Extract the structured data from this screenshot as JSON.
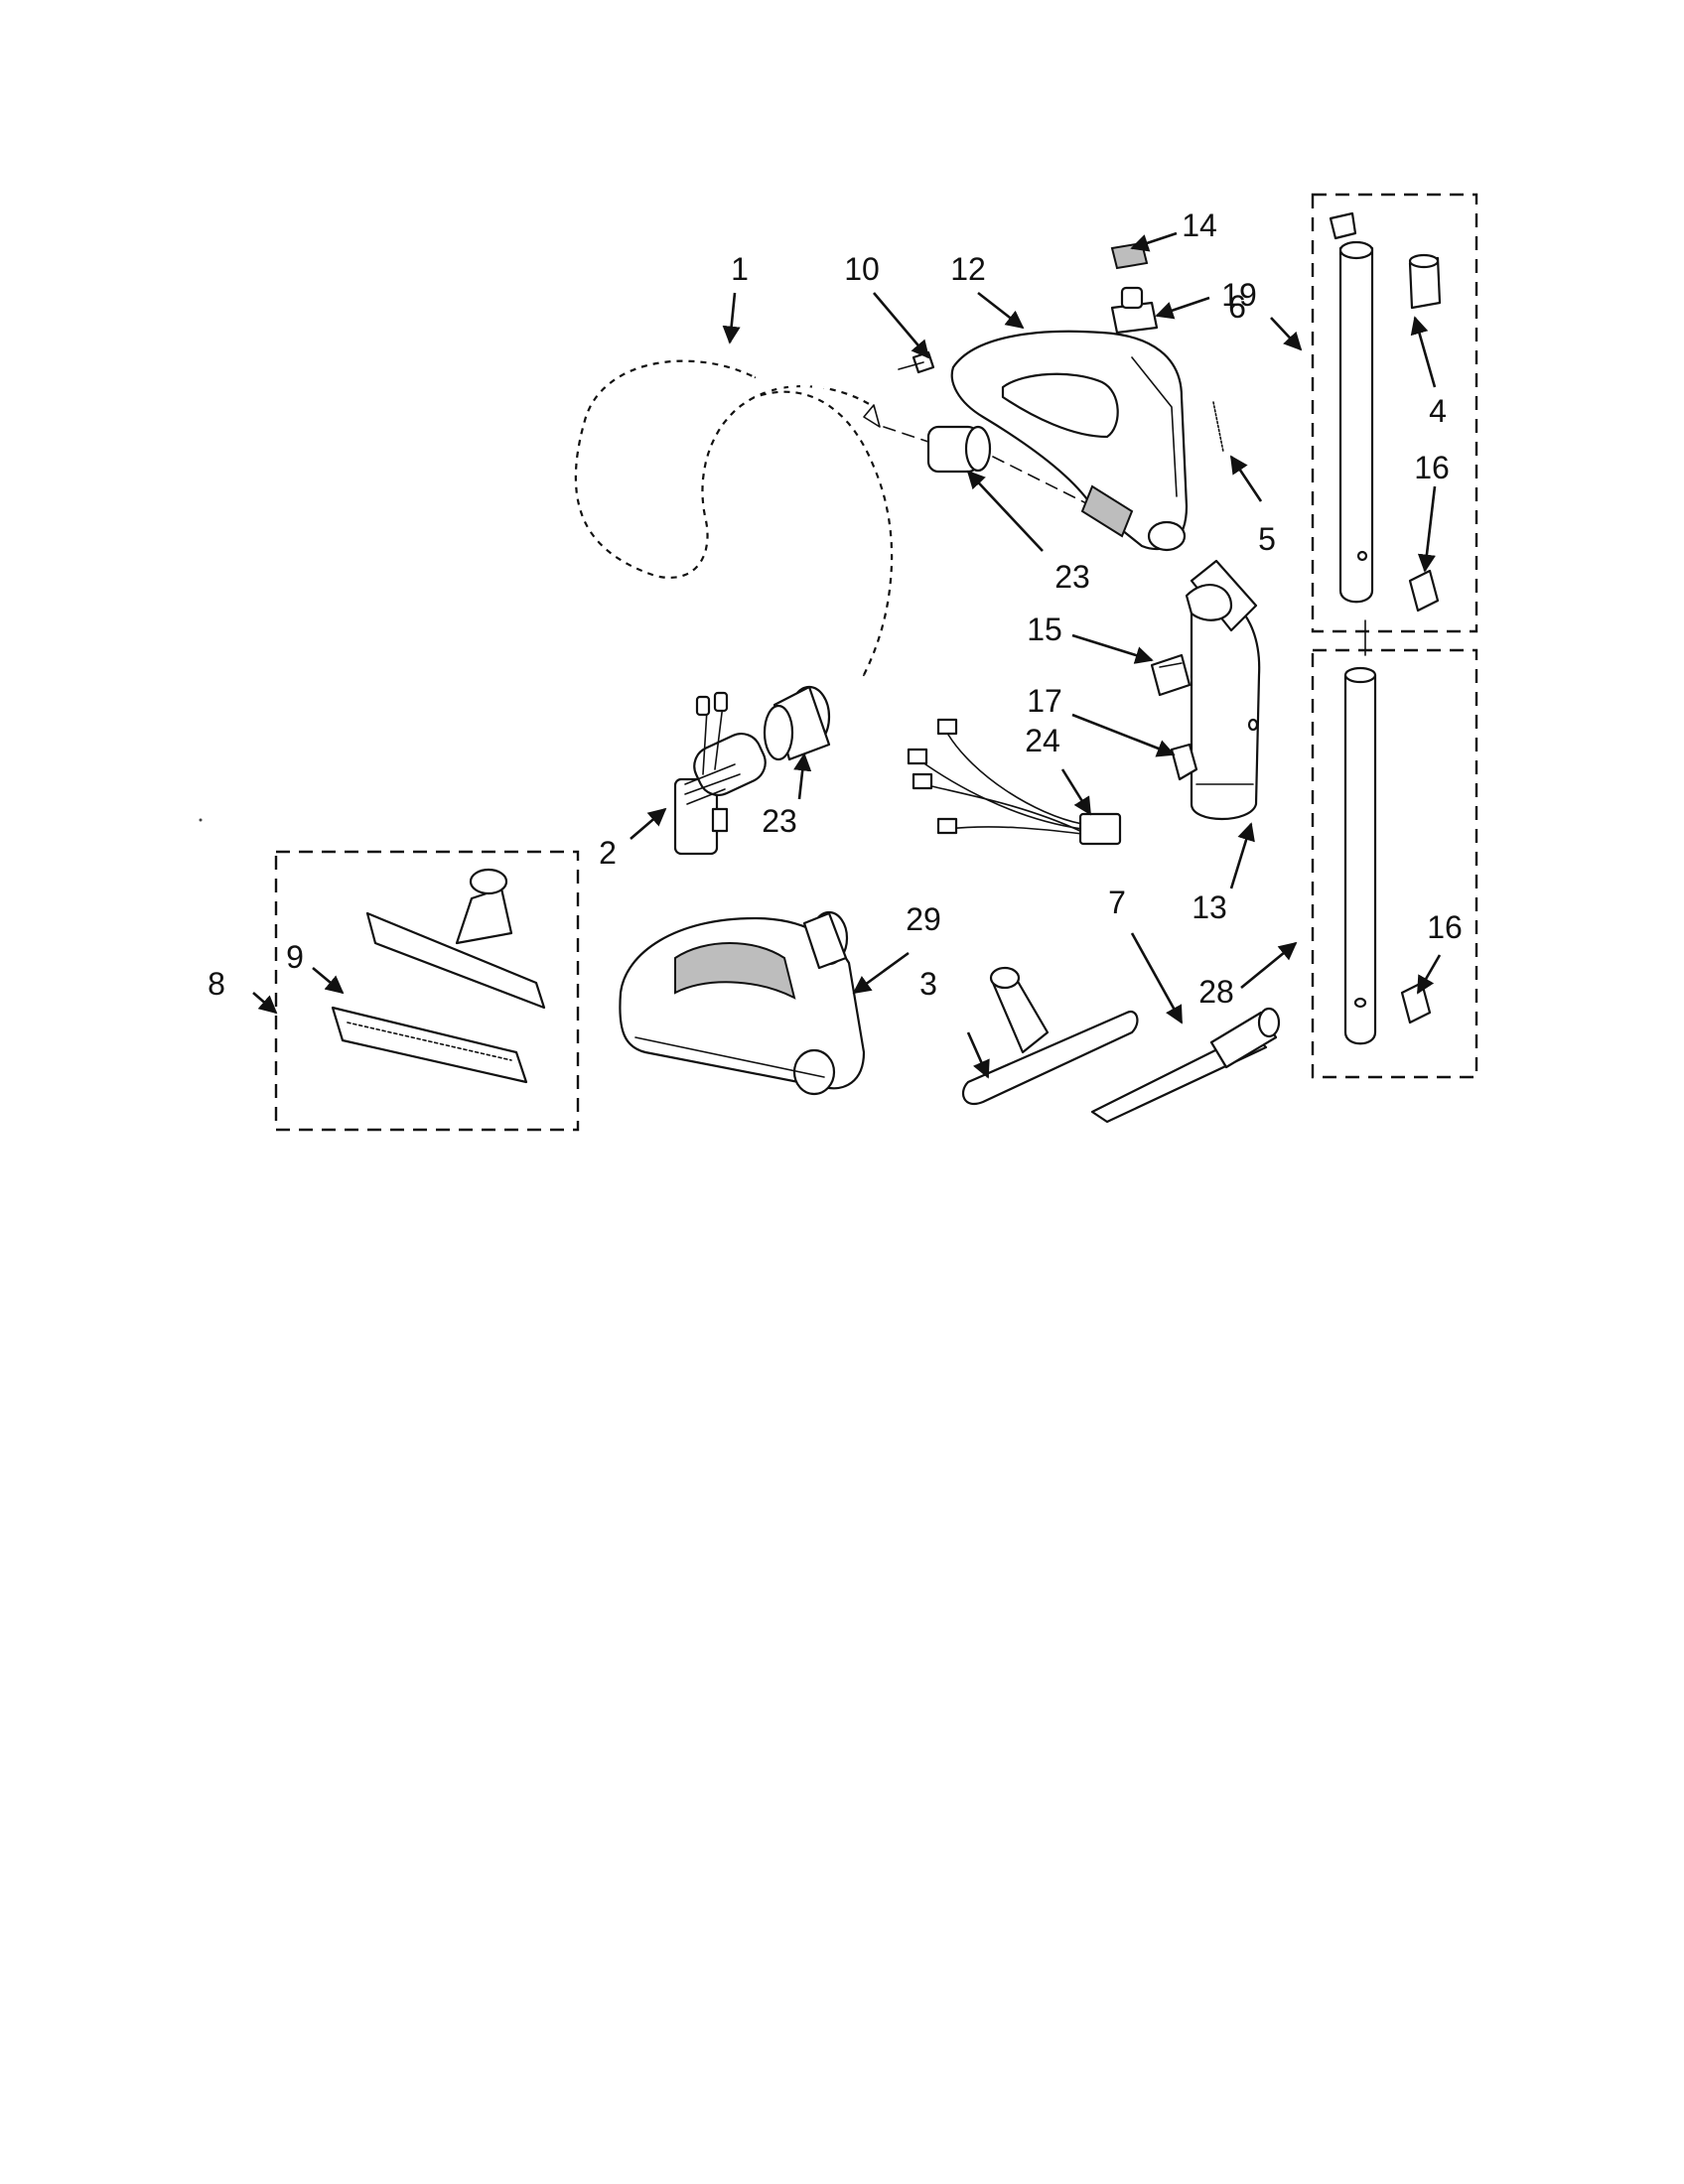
{
  "callouts": [
    {
      "id": "c1",
      "text": "1"
    },
    {
      "id": "c10",
      "text": "10"
    },
    {
      "id": "c12",
      "text": "12"
    },
    {
      "id": "c14",
      "text": "14"
    },
    {
      "id": "c19",
      "text": "19"
    },
    {
      "id": "c6",
      "text": "6"
    },
    {
      "id": "c4",
      "text": "4"
    },
    {
      "id": "c16a",
      "text": "16"
    },
    {
      "id": "c5",
      "text": "5"
    },
    {
      "id": "c23a",
      "text": "23"
    },
    {
      "id": "c15",
      "text": "15"
    },
    {
      "id": "c17",
      "text": "17"
    },
    {
      "id": "c24",
      "text": "24"
    },
    {
      "id": "c23b",
      "text": "23"
    },
    {
      "id": "c2",
      "text": "2"
    },
    {
      "id": "c13",
      "text": "13"
    },
    {
      "id": "c7",
      "text": "7"
    },
    {
      "id": "c29",
      "text": "29"
    },
    {
      "id": "c8",
      "text": "8"
    },
    {
      "id": "c9",
      "text": "9"
    },
    {
      "id": "c3",
      "text": "3"
    },
    {
      "id": "c28",
      "text": "28"
    },
    {
      "id": "c16b",
      "text": "16"
    }
  ]
}
